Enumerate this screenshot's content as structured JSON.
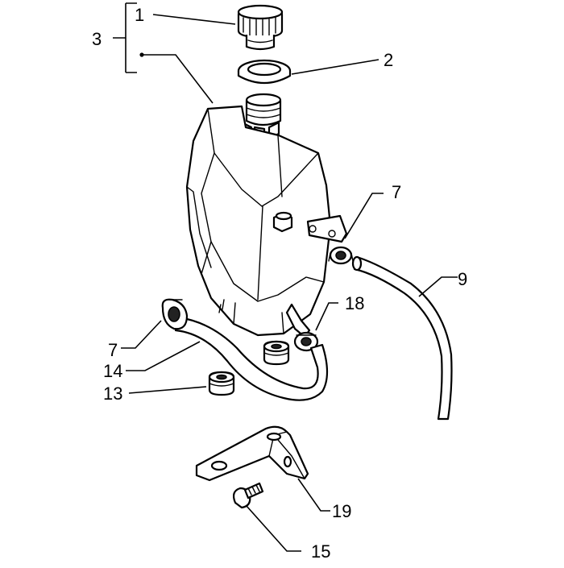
{
  "diagram": {
    "callouts": [
      {
        "id": "c1",
        "label": "1"
      },
      {
        "id": "c2",
        "label": "2"
      },
      {
        "id": "c3",
        "label": "3"
      },
      {
        "id": "c7a",
        "label": "7"
      },
      {
        "id": "c7b",
        "label": "7"
      },
      {
        "id": "c9",
        "label": "9"
      },
      {
        "id": "c13",
        "label": "13"
      },
      {
        "id": "c14",
        "label": "14"
      },
      {
        "id": "c15",
        "label": "15"
      },
      {
        "id": "c18",
        "label": "18"
      },
      {
        "id": "c19",
        "label": "19"
      }
    ]
  }
}
